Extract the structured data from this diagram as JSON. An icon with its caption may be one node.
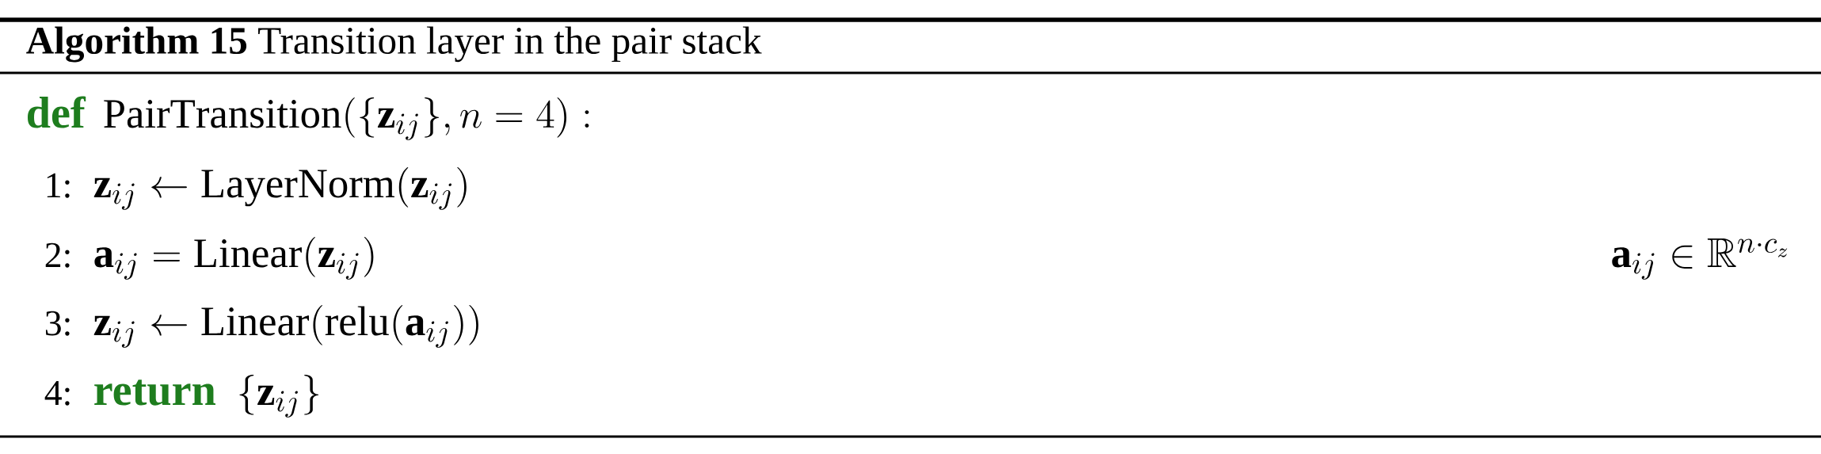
{
  "diagram": {
    "title": "**Algorithm 15** Transition layer in the pair stack",
    "labels": [
      "def",
      "\\mathrm{PairTransition}(\\{\\mathbf{z}_{ij}\\}, n=4):",
      "1:",
      "\\mathbf{z}_{ij} \\leftarrow \\mathrm{LayerNorm}(\\mathbf{z}_{ij})",
      "2:",
      "\\mathbf{a}_{ij} = \\mathrm{Linear}(\\mathbf{z}_{ij})",
      "\\mathbf{a}_{ij} \\in \\mathbb{R}^{n \\cdot c_z}",
      "3:",
      "\\mathbf{z}_{ij} \\leftarrow \\mathrm{Linear}(\\mathrm{relu}(\\mathbf{a}_{ij}))",
      "4:",
      "return",
      "\\{\\mathbf{z}_{ij}\\}"
    ]
  }
}
